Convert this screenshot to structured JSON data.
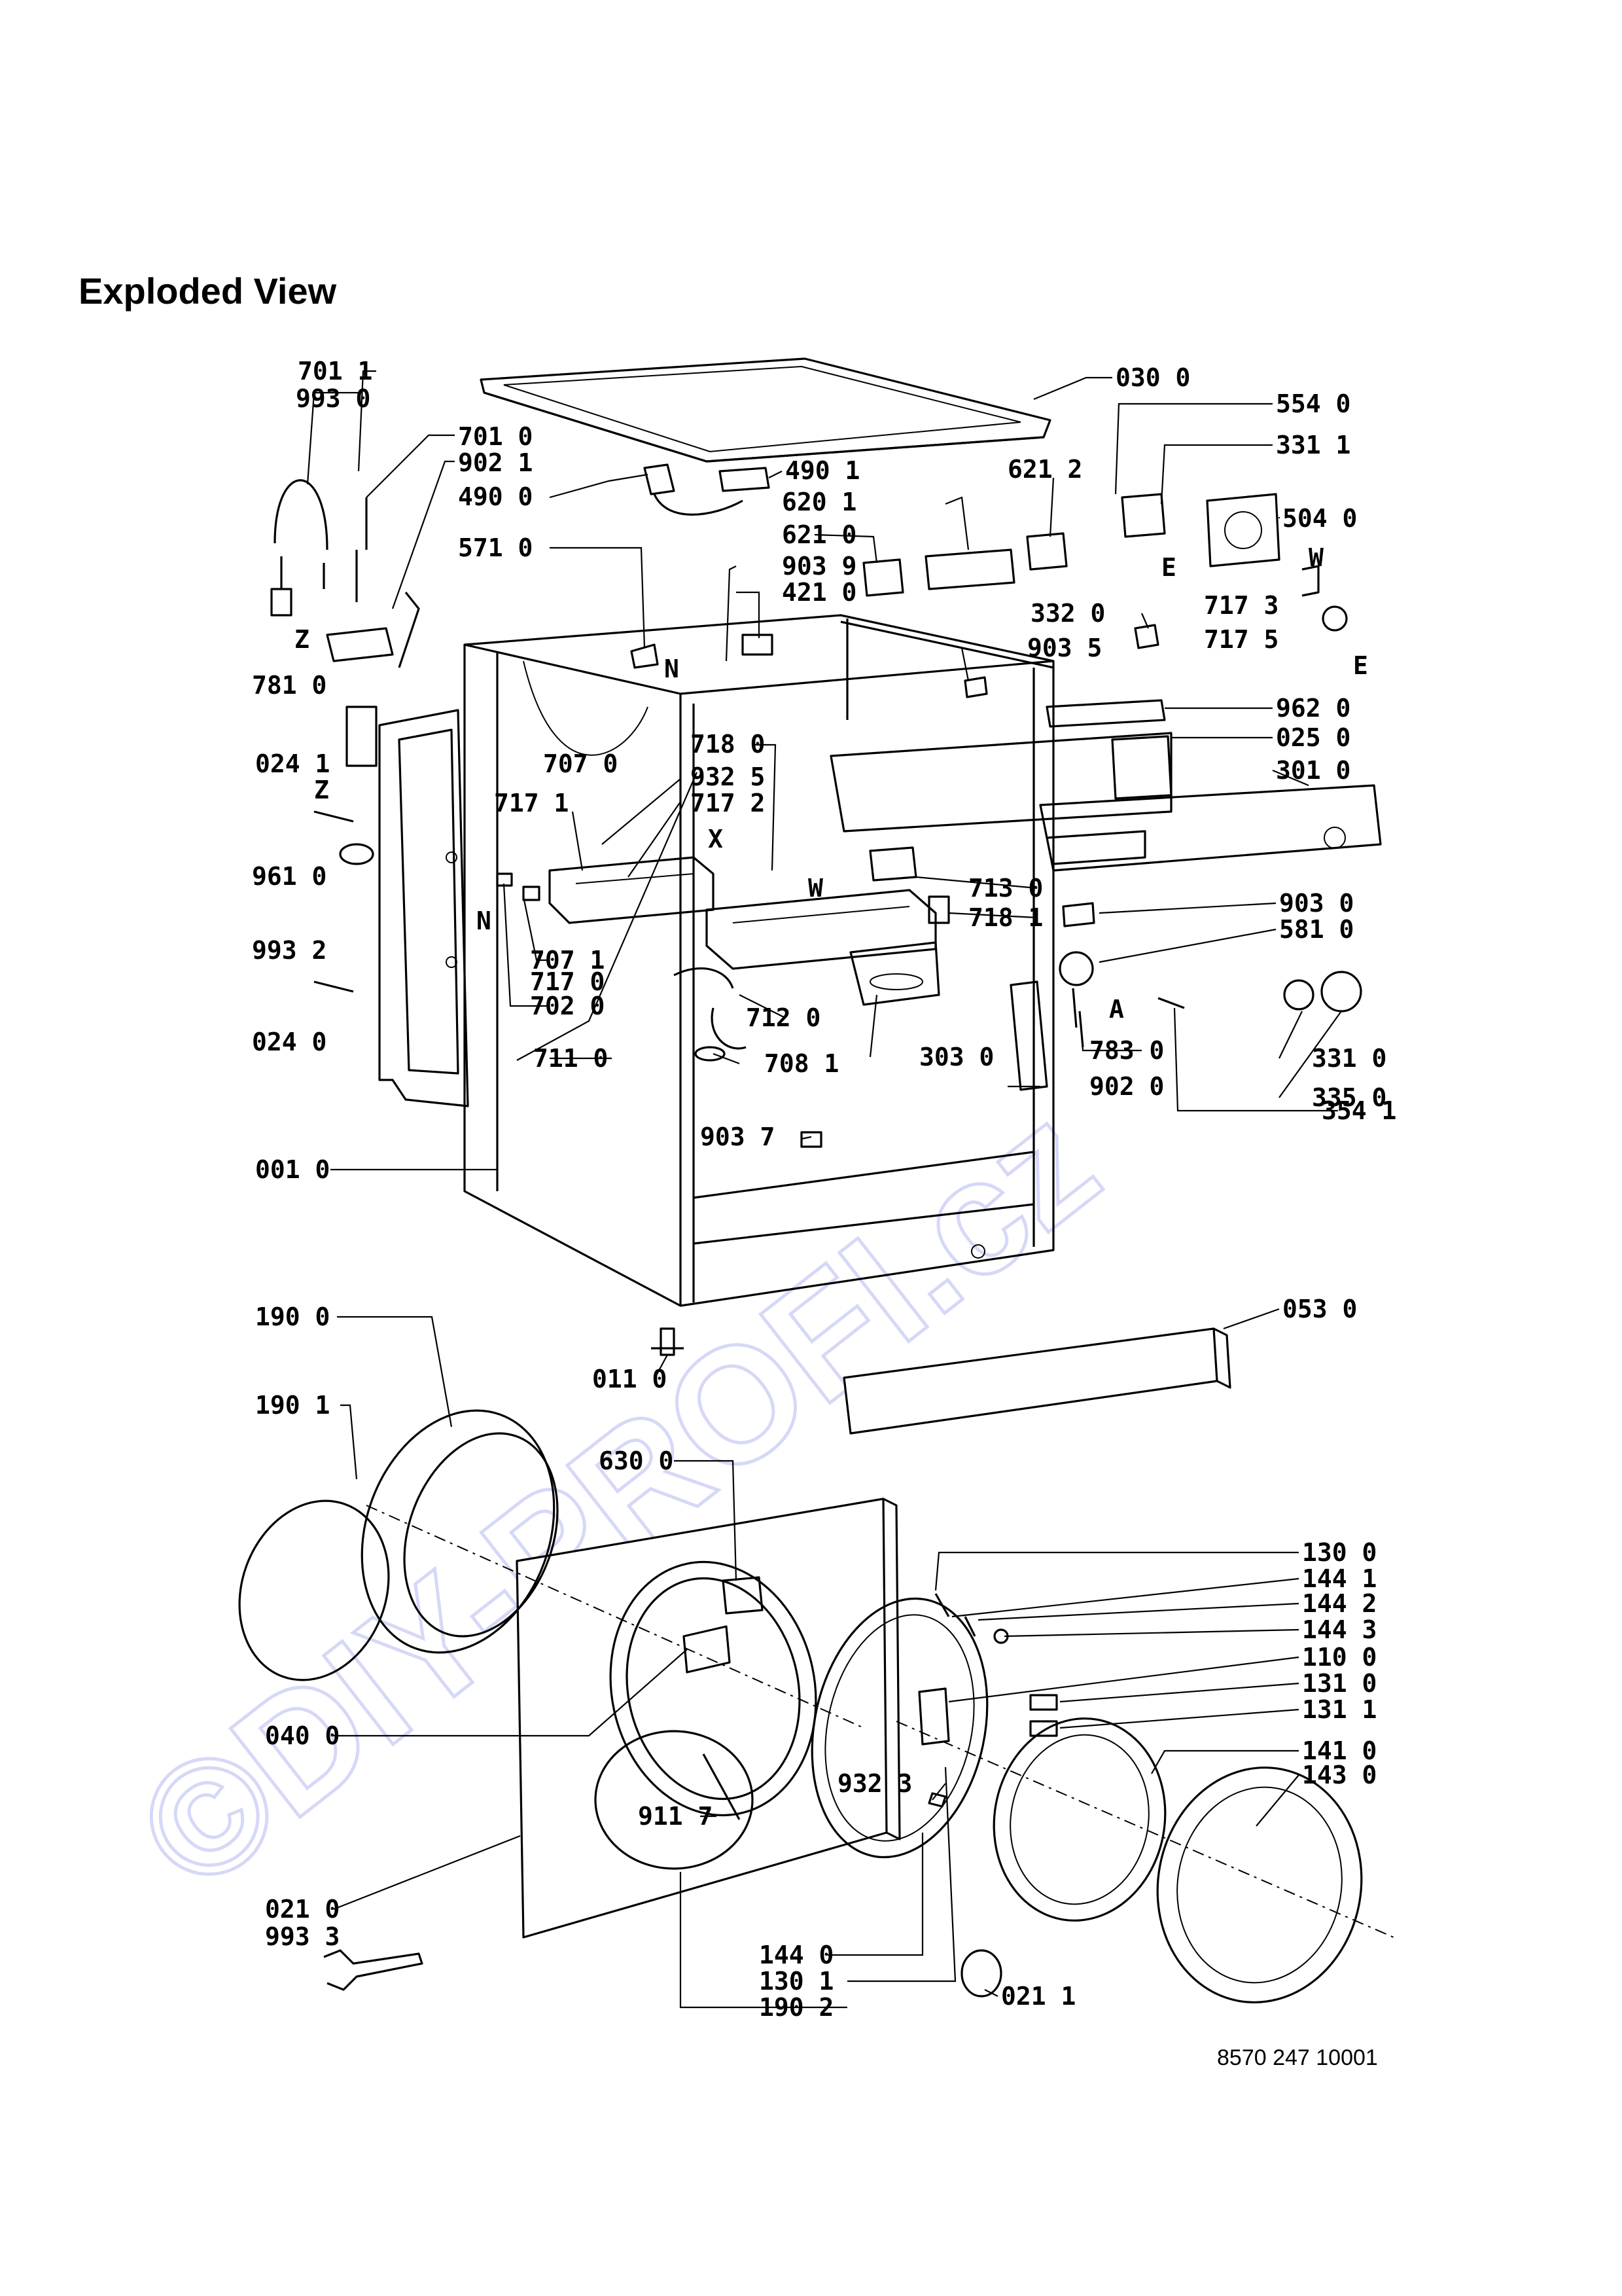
{
  "title": "Exploded View",
  "drawing_number": "8570 247 10001",
  "watermark": "©DIY-PROFI.cz",
  "part_labels": [
    "701 1",
    "993 0",
    "701 0",
    "902 1",
    "490 0",
    "490 1",
    "030 0",
    "554 0",
    "331 1",
    "621 2",
    "620 1",
    "504 0",
    "571 0",
    "621 0",
    "903 9",
    "421 0",
    "717 3",
    "332 0",
    "717 5",
    "903 5",
    "781 0",
    "962 0",
    "025 0",
    "301 0",
    "024 1",
    "707 0",
    "718 0",
    "932 5",
    "717 2",
    "717 1",
    "961 0",
    "713 0",
    "903 0",
    "718 1",
    "581 0",
    "993 2",
    "707 1",
    "717 0",
    "702 0",
    "712 0",
    "783 0",
    "024 0",
    "331 0",
    "711 0",
    "708 1",
    "303 0",
    "902 0",
    "335 0",
    "903 7",
    "354 1",
    "001 0",
    "053 0",
    "190 0",
    "011 0",
    "190 1",
    "630 0",
    "130 0",
    "144 1",
    "144 2",
    "144 3",
    "110 0",
    "131 0",
    "131 1",
    "040 0",
    "141 0",
    "932 3",
    "143 0",
    "911 7",
    "021 0",
    "993 3",
    "144 0",
    "021 1",
    "130 1",
    "190 2"
  ],
  "reference_letters": [
    "Z",
    "N",
    "E",
    "W",
    "E",
    "Z",
    "X",
    "N",
    "W",
    "A"
  ]
}
